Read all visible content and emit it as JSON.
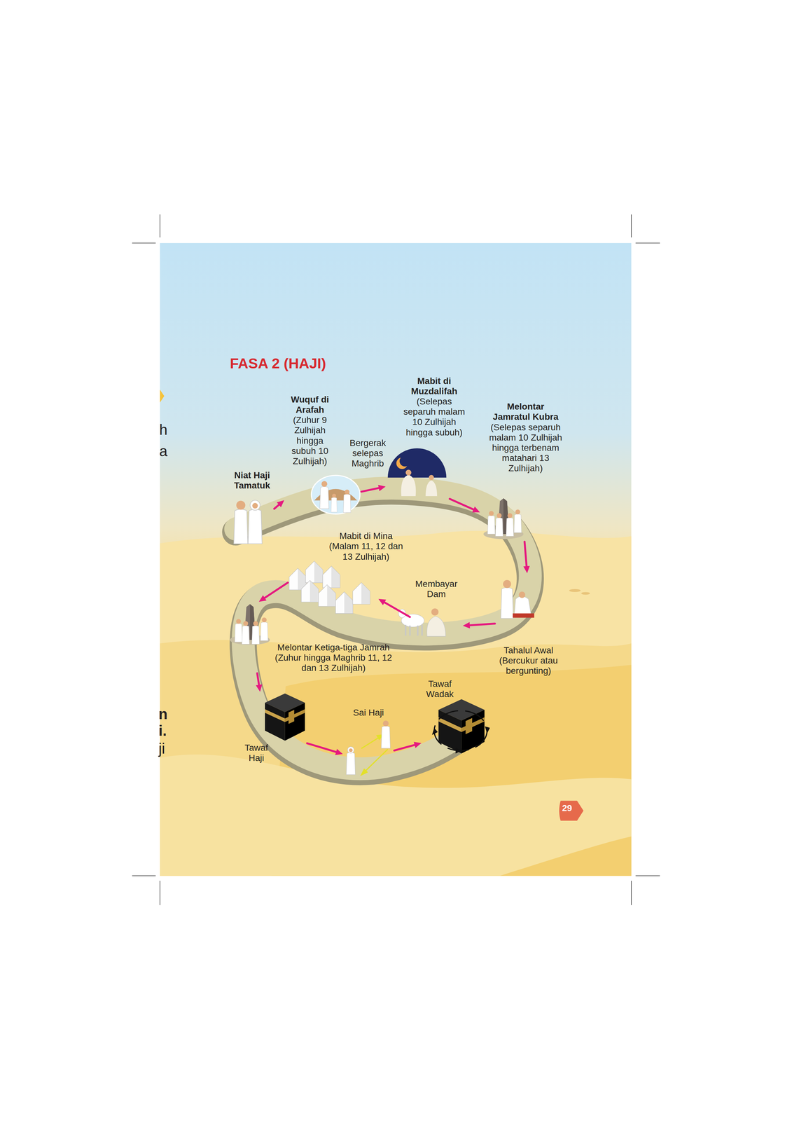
{
  "diagram": {
    "title": "FASA 2 (HAJI)",
    "nodes": [
      {
        "text": [
          "Niat Haji Tamatuk"
        ]
      },
      {
        "text": [
          "Wuquf di Arafah",
          "(Zuhur 9 Zulhijah hingga subuh 10 Zulhijah)"
        ]
      },
      {
        "text": [
          "Mabit di Muzdalifah",
          "(Selepas separuh malam 10 Zulhijah hingga subuh)"
        ]
      },
      {
        "text": [
          "Melontar Jamratul Kubra",
          "(Selepas separuh malam 10 Zulhijah hingga terbenam matahari 13 Zulhijah)"
        ]
      },
      {
        "text": [
          "Tahalul Awal",
          "(Bercukur atau bergunting)"
        ]
      },
      {
        "text": [
          "Membayar Dam"
        ]
      },
      {
        "text": [
          "Mabit di Mina",
          "(Malam 11, 12 dan 13 Zulhijah)"
        ]
      },
      {
        "text": [
          "Melontar Ketiga-tiga Jamrah",
          "(Zuhur hingga Maghrib 11, 12 dan 13 Zulhijah)"
        ]
      },
      {
        "text": [
          "Tawaf Haji"
        ]
      },
      {
        "text": [
          "Sai Haji"
        ]
      },
      {
        "text": [
          "Tawaf Wadak"
        ]
      }
    ],
    "edges": [
      {
        "from": 0,
        "to": 1,
        "arrow": "to"
      },
      {
        "from": 1,
        "to": 2,
        "label": "Bergerak selepas Maghrib",
        "arrow": "to"
      },
      {
        "from": 2,
        "to": 3,
        "arrow": "to"
      },
      {
        "from": 3,
        "to": 4,
        "arrow": "to"
      },
      {
        "from": 4,
        "to": 5,
        "arrow": "to"
      },
      {
        "from": 5,
        "to": 6,
        "arrow": "to"
      },
      {
        "from": 6,
        "to": 7,
        "arrow": "to"
      },
      {
        "from": 7,
        "to": 8,
        "arrow": "to"
      },
      {
        "from": 8,
        "to": 9,
        "arrow": "to"
      },
      {
        "from": 9,
        "to": 10,
        "arrow": "to"
      }
    ],
    "labels": [
      "29",
      "h",
      "a",
      "n",
      "i.",
      "ji"
    ]
  }
}
